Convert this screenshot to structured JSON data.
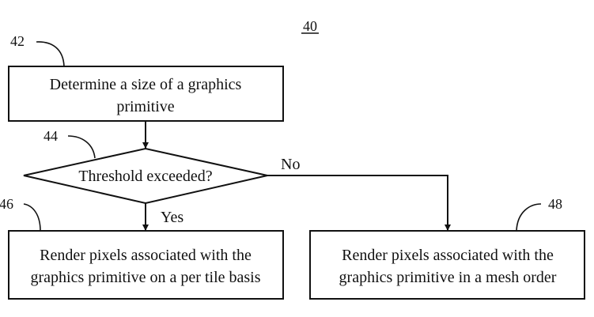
{
  "figure": {
    "number": "40"
  },
  "nodes": {
    "determine_size": {
      "ref": "42",
      "lines": [
        "Determine a size of a graphics",
        "primitive"
      ]
    },
    "threshold_check": {
      "ref": "44",
      "lines": [
        "Threshold exceeded?"
      ]
    },
    "render_per_tile": {
      "ref": "46",
      "lines": [
        "Render pixels associated with the",
        "graphics primitive on a per tile basis"
      ]
    },
    "render_mesh_order": {
      "ref": "48",
      "lines": [
        "Render pixels associated with the",
        "graphics primitive in a mesh order"
      ]
    }
  },
  "edges": {
    "yes_label": "Yes",
    "no_label": "No"
  }
}
